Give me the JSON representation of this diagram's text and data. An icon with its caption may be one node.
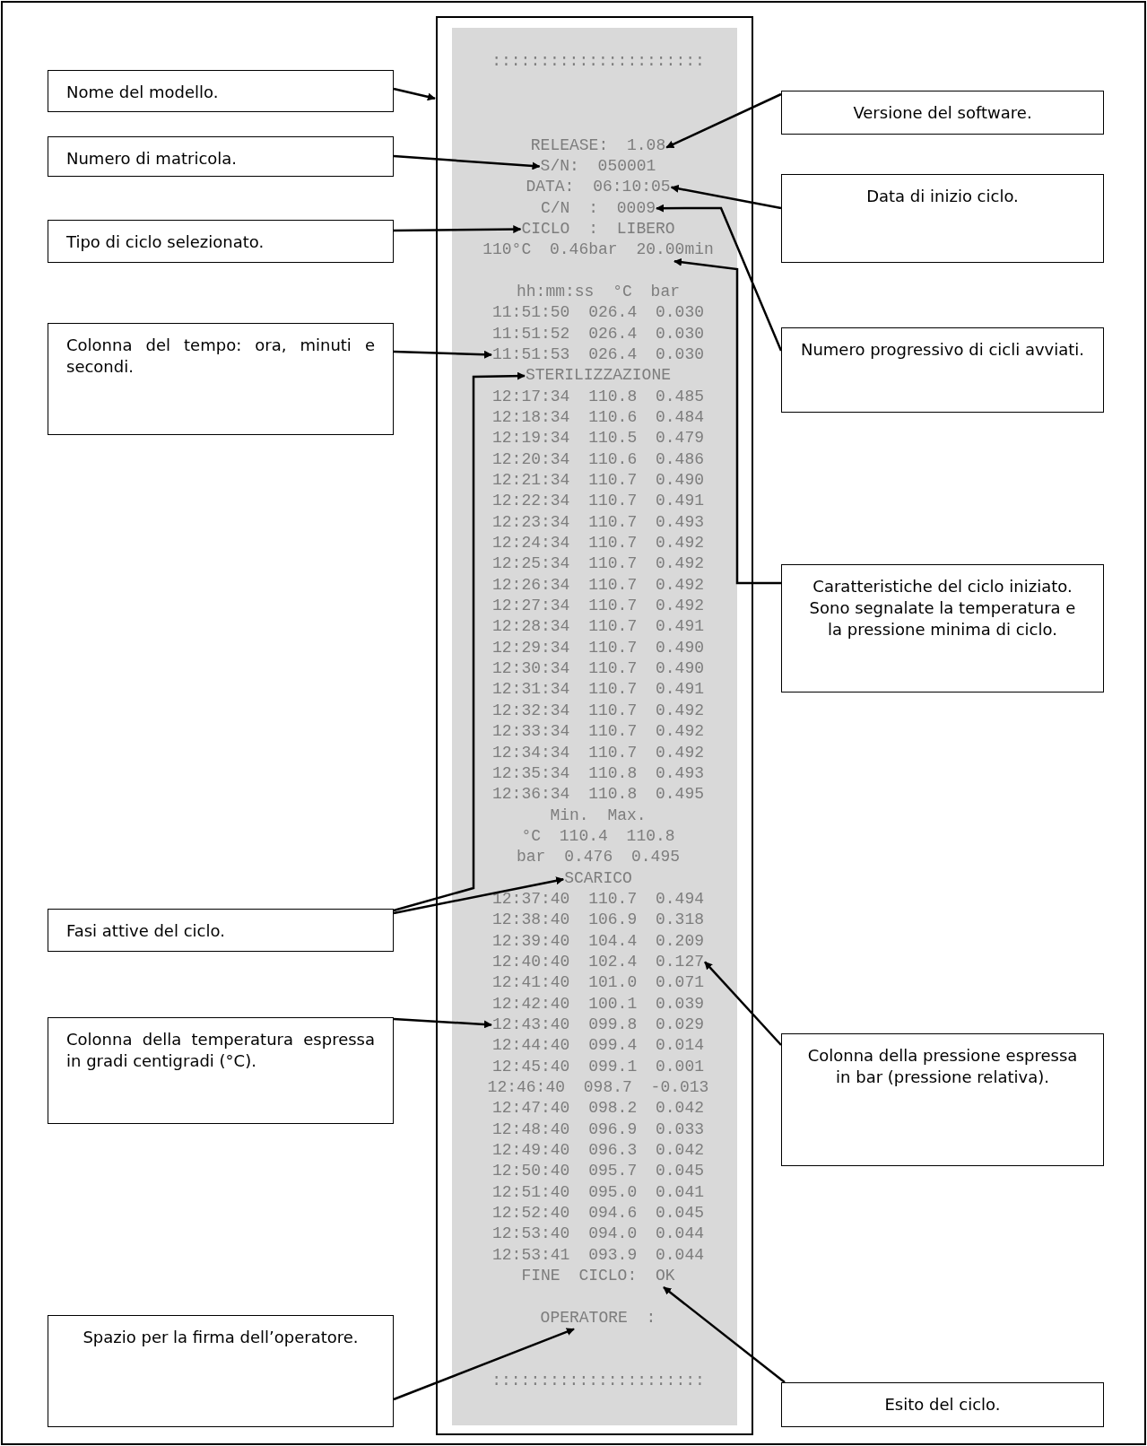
{
  "diagram": {
    "nodes": [
      {
        "text": [],
        "shape": "box"
      },
      {
        "text": [
          "RELEASE: 1.08"
        ],
        "in": 0
      },
      {
        "text": [
          "S/N: 050001"
        ],
        "in": 0
      },
      {
        "text": [
          "DATA: 06:10:05"
        ],
        "in": 0
      },
      {
        "text": [
          "C/N : 0009"
        ],
        "in": 0
      },
      {
        "text": [
          "CICLO : LIBERO"
        ],
        "in": 0
      },
      {
        "text": [
          "110°C 0.46bar 20.00min"
        ],
        "in": 0
      },
      {
        "text": [
          "11:51:53 026.4 0.030"
        ],
        "in": 0
      },
      {
        "text": [
          "STERILIZZAZIONE"
        ],
        "in": 0
      },
      {
        "text": [
          "SCARICO"
        ],
        "in": 0
      },
      {
        "text": [
          "12:43:40 099.8 0.029"
        ],
        "in": 0
      },
      {
        "text": [
          "12:40:40 102.4 0.127"
        ],
        "in": 0
      },
      {
        "text": [
          "FINE CICLO: OK"
        ],
        "in": 0
      },
      {
        "text": [
          "OPERATORE :"
        ],
        "in": 0
      },
      {
        "text": [
          "Nome del modello."
        ]
      },
      {
        "text": [
          "Versione del software."
        ]
      },
      {
        "text": [
          "Numero di matricola."
        ]
      },
      {
        "text": [
          "Data di inizio ciclo."
        ]
      },
      {
        "text": [
          "Tipo di ciclo selezionato."
        ]
      },
      {
        "text": [
          "Colonna del tempo: ora, minuti e secondi."
        ]
      },
      {
        "text": [
          "Numero progressivo di cicli avviati."
        ]
      },
      {
        "text": [
          "Caratteristiche del ciclo iniziato. Sono segnalate la temperatura e la pressione minima di ciclo."
        ]
      },
      {
        "text": [
          "Fasi attive del ciclo."
        ]
      },
      {
        "text": [
          "Colonna della temperatura espressa in gradi centigradi (°C)."
        ]
      },
      {
        "text": [
          "Colonna della pressione espressa in bar (pressione relativa)."
        ]
      },
      {
        "text": [
          "Spazio per la firma dell’operatore."
        ]
      },
      {
        "text": [
          "Esito del ciclo."
        ]
      }
    ],
    "edges": [
      {
        "from": 14,
        "to": 0,
        "arrow": "to"
      },
      {
        "from": 15,
        "to": 1,
        "arrow": "to"
      },
      {
        "from": 16,
        "to": 2,
        "arrow": "to"
      },
      {
        "from": 17,
        "to": 3,
        "arrow": "to"
      },
      {
        "from": 20,
        "to": 4,
        "arrow": "to"
      },
      {
        "from": 18,
        "to": 5,
        "arrow": "to"
      },
      {
        "from": 21,
        "to": 6,
        "arrow": "to"
      },
      {
        "from": 19,
        "to": 7,
        "arrow": "to"
      },
      {
        "from": 22,
        "to": 8,
        "arrow": "to"
      },
      {
        "from": 22,
        "to": 9,
        "arrow": "to"
      },
      {
        "from": 23,
        "to": 10,
        "arrow": "to"
      },
      {
        "from": 24,
        "to": 11,
        "arrow": "to"
      },
      {
        "from": 26,
        "to": 12,
        "arrow": "to"
      },
      {
        "from": 25,
        "to": 13,
        "arrow": "to"
      }
    ],
    "labels": [
      "::::::::::::::::::::::",
      "hh:mm:ss °C bar",
      "11:51:50 026.4 0.030",
      "11:51:52 026.4 0.030",
      "12:17:34 110.8 0.485",
      "12:18:34 110.6 0.484",
      "12:19:34 110.5 0.479",
      "12:20:34 110.6 0.486",
      "12:21:34 110.7 0.490",
      "12:22:34 110.7 0.491",
      "12:23:34 110.7 0.493",
      "12:24:34 110.7 0.492",
      "12:25:34 110.7 0.492",
      "12:26:34 110.7 0.492",
      "12:27:34 110.7 0.492",
      "12:28:34 110.7 0.491",
      "12:29:34 110.7 0.490",
      "12:30:34 110.7 0.490",
      "12:31:34 110.7 0.491",
      "12:32:34 110.7 0.492",
      "12:33:34 110.7 0.492",
      "12:34:34 110.7 0.492",
      "12:35:34 110.8 0.493",
      "12:36:34 110.8 0.495",
      "Min. Max.",
      "°C 110.4 110.8",
      "bar 0.476 0.495",
      "12:37:40 110.7 0.494",
      "12:38:40 106.9 0.318",
      "12:39:40 104.4 0.209",
      "12:41:40 101.0 0.071",
      "12:42:40 100.1 0.039",
      "12:44:40 099.4 0.014",
      "12:45:40 099.1 0.001",
      "12:46:40 098.7 -0.013",
      "12:47:40 098.2 0.042",
      "12:48:40 096.9 0.033",
      "12:49:40 096.3 0.042",
      "12:50:40 095.7 0.045",
      "12:51:40 095.0 0.041",
      "12:52:40 094.6 0.045",
      "12:53:40 094.0 0.044",
      "12:53:41 093.9 0.044",
      "::::::::::::::::::::::"
    ]
  }
}
